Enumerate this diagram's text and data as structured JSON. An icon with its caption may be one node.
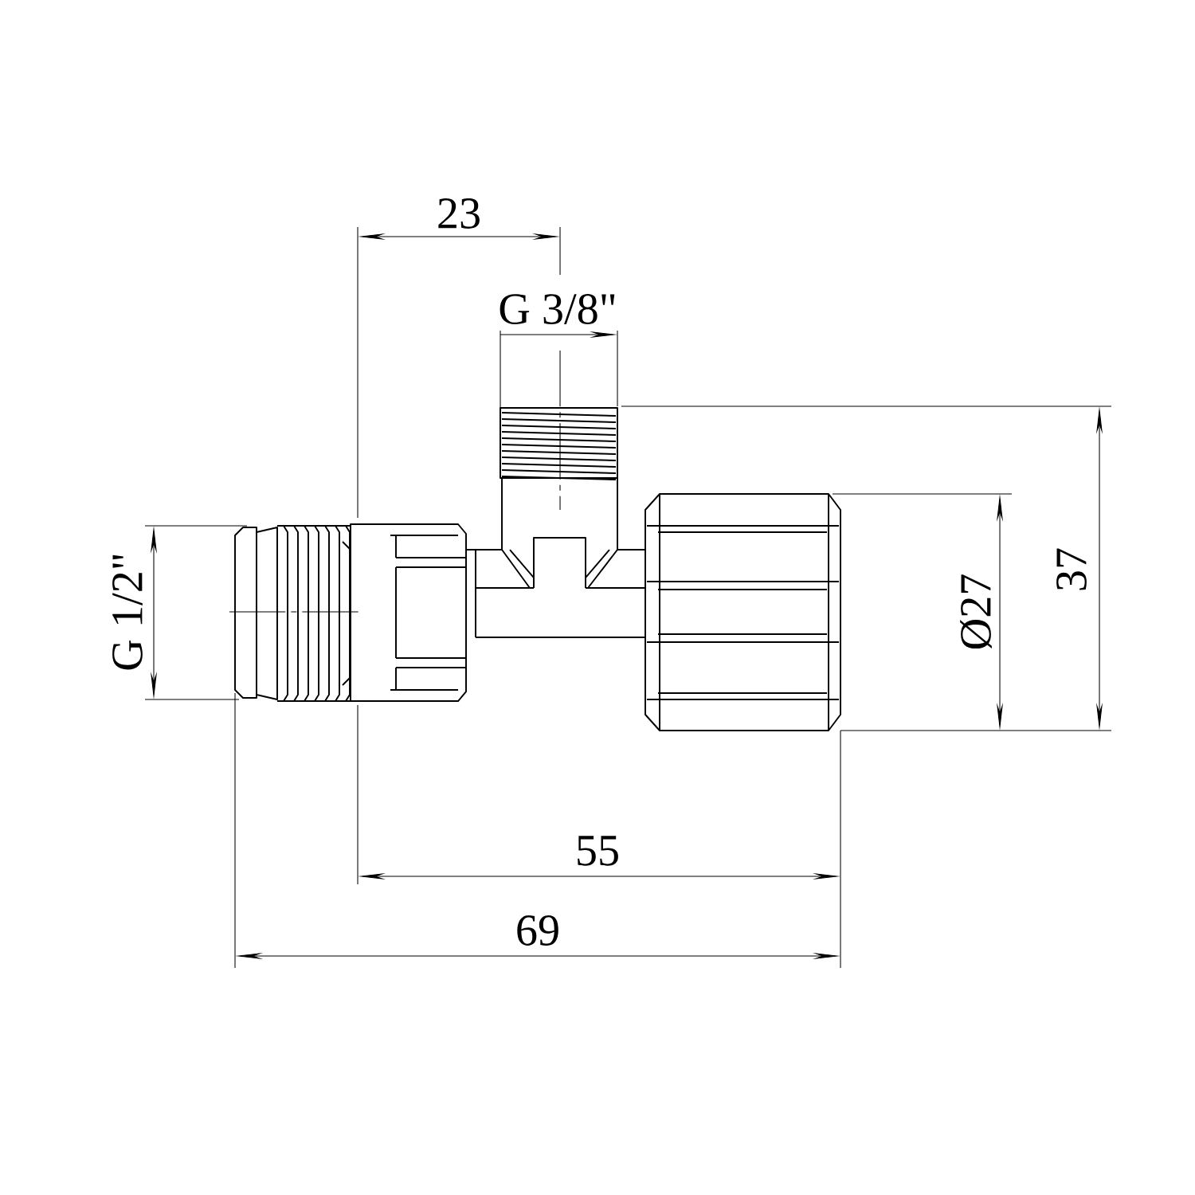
{
  "diagram": {
    "labels": [
      "23",
      "G 3/8\"",
      "G 1/2\"",
      "Ø27",
      "37",
      "55",
      "69"
    ]
  }
}
